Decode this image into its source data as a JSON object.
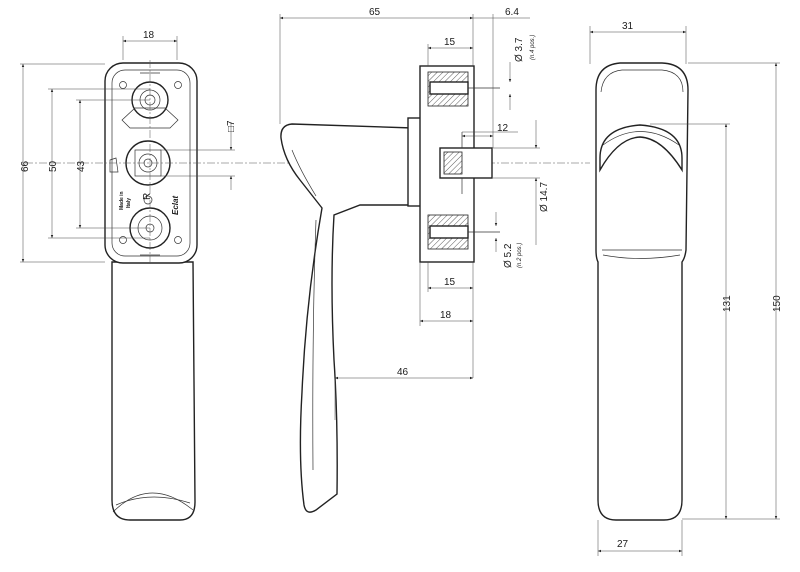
{
  "drawing": {
    "front_view": {
      "dims": {
        "width_top": "18",
        "height_total": "66",
        "height_mid": "50",
        "height_inner": "43",
        "square": "□7"
      },
      "plate_text": {
        "made_line1": "Made in",
        "made_line2": "Italy",
        "letter_r": "R",
        "brand": "Eclat"
      }
    },
    "side_view": {
      "dims": {
        "length": "65",
        "offset": "6.4",
        "top_width": "15",
        "bolt_dia": "Ø 3.7",
        "bolt_dia_note": "(n.4 pos.)",
        "spindle": "12",
        "boss_dia": "Ø 14.7",
        "hole_dia": "Ø 5.2",
        "hole_dia_note": "(n.2 pos.)",
        "bottom_width": "15",
        "base_width": "18",
        "lever_reach": "46"
      }
    },
    "rear_view": {
      "dims": {
        "top_width": "31",
        "bottom_width": "27",
        "length_inner": "131",
        "length_total": "150"
      }
    }
  }
}
